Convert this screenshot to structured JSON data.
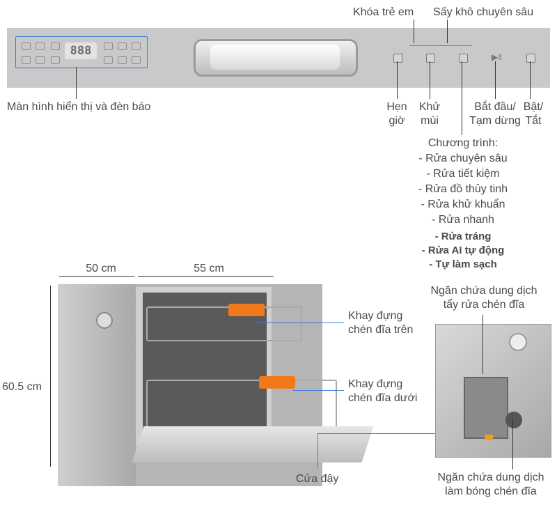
{
  "panel_labels": {
    "child_lock": "Khóa trẻ em",
    "deep_dry": "Sấy khô chuyên sâu",
    "display": "Màn hình hiển thị và đèn báo",
    "timer_1": "Hẹn",
    "timer_2": "giờ",
    "deodorize_1": "Khử",
    "deodorize_2": "mùi",
    "start_1": "Bắt đầu/",
    "start_2": "Tạm dừng",
    "power_1": "Bật/",
    "power_2": "Tắt"
  },
  "display_digits": "888",
  "programs": {
    "title": "Chương trình:",
    "items": [
      "- Rửa chuyên sâu",
      "- Rửa tiết kiệm",
      "- Rửa đồ thủy tinh",
      "- Rửa khử khuẩn",
      "- Rửa nhanh",
      "- Rửa tráng",
      "- Rửa AI tự động",
      "- Tự làm sạch"
    ]
  },
  "dimensions": {
    "width_side": "50 cm",
    "width_front": "55 cm",
    "height": "60.5 cm"
  },
  "parts": {
    "upper_rack_1": "Khay đựng",
    "upper_rack_2": "chén đĩa trên",
    "lower_rack_1": "Khay đựng",
    "lower_rack_2": "chén đĩa dưới",
    "door": "Cửa đậy",
    "detergent_1": "Ngăn chứa dung dịch",
    "detergent_2": "tẩy rửa chén đĩa",
    "rinse_1": "Ngăn chứa dung dịch",
    "rinse_2": "làm bóng chén đĩa"
  },
  "colors": {
    "accent_line": "#3a7dd6",
    "label_text": "#4a4a4a",
    "basket_tag": "#f07a1b"
  }
}
